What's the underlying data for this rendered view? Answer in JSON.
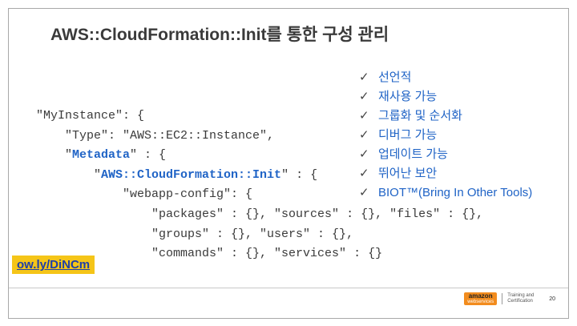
{
  "slide": {
    "title": "AWS::CloudFormation::Init를 통한 구성 관리",
    "checkmark": "✓",
    "checklist": [
      "선언적",
      "재사용 가능",
      "그룹화 및 순서화",
      "디버그 가능",
      "업데이트 가능",
      "뛰어난 보안",
      "BIOT™(Bring In Other Tools)"
    ],
    "code": {
      "l1": "\"MyInstance\": {",
      "l2": "    \"Type\": \"AWS::EC2::Instance\",",
      "l3_pre": "    \"",
      "l3_kw": "Metadata",
      "l3_post": "\" : {",
      "l4_pre": "        \"",
      "l4_kw": "AWS::CloudFormation::Init",
      "l4_post": "\" : {",
      "l5": "            \"webapp-config\": {",
      "l6": "                \"packages\" : {}, \"sources\" : {}, \"files\" : {},",
      "l7": "                \"groups\" : {}, \"users\" : {},",
      "l8": "                \"commands\" : {}, \"services\" : {}"
    },
    "link": "ow.ly/DiNCm",
    "footer": {
      "logo_word": "amazon",
      "logo_sub": "webservices",
      "training": "Training and Certification",
      "page_number": "20"
    }
  },
  "colors": {
    "accent_blue": "#1f63c6",
    "badge_yellow": "#f5c518",
    "logo_orange": "#f28c1e"
  }
}
